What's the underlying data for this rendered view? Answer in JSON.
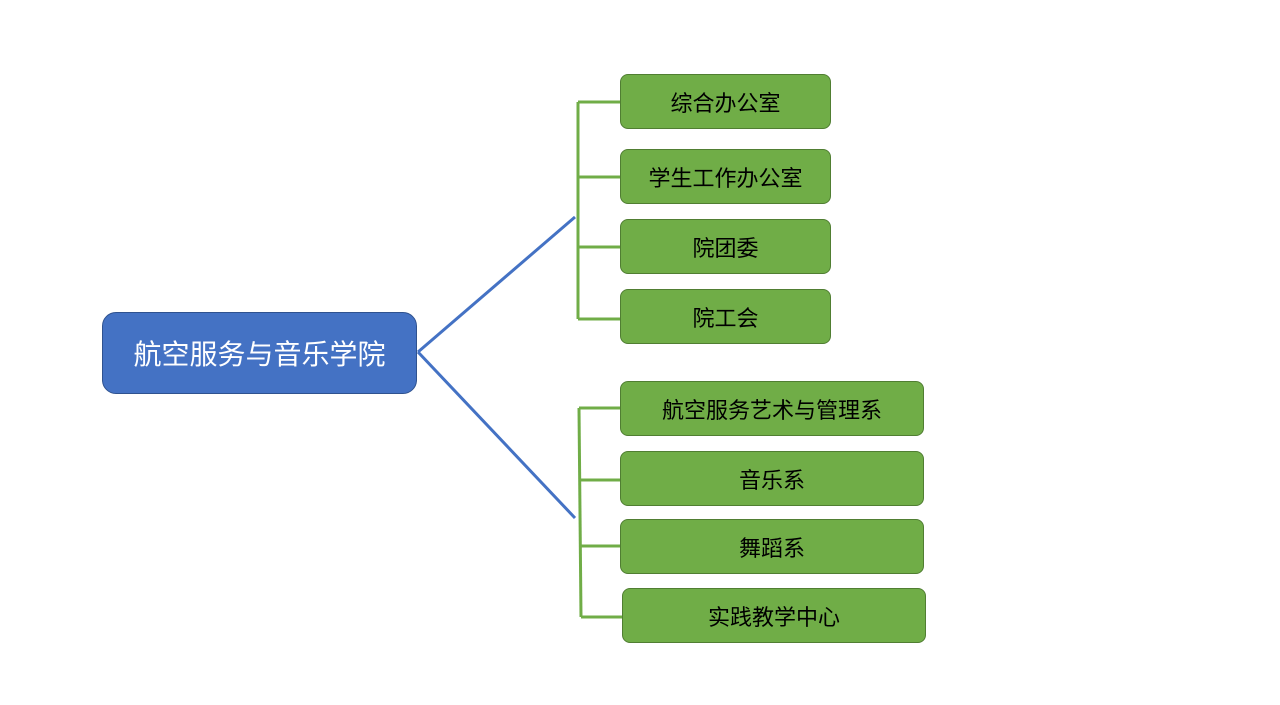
{
  "colors": {
    "root_fill": "#4472c4",
    "child_fill": "#70ad47",
    "main_connector": "#4472c4",
    "branch_connector": "#70ad47"
  },
  "root": {
    "label": "航空服务与音乐学院"
  },
  "groups": [
    {
      "items": [
        {
          "label": "综合办公室"
        },
        {
          "label": "学生工作办公室"
        },
        {
          "label": "院团委"
        },
        {
          "label": "院工会"
        }
      ]
    },
    {
      "items": [
        {
          "label": "航空服务艺术与管理系"
        },
        {
          "label": "音乐系"
        },
        {
          "label": "舞蹈系"
        },
        {
          "label": "实践教学中心"
        }
      ]
    }
  ]
}
